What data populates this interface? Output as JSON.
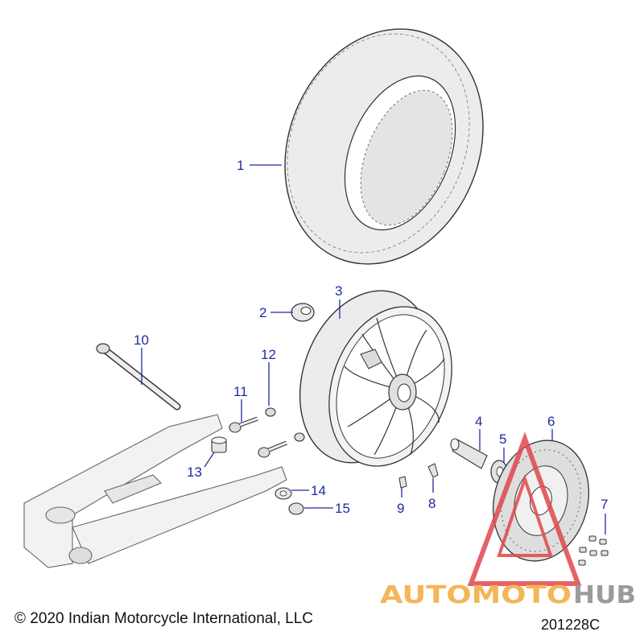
{
  "diagram": {
    "callouts": [
      "1",
      "2",
      "3",
      "4",
      "5",
      "6",
      "7",
      "8",
      "9",
      "10",
      "11",
      "12",
      "13",
      "14",
      "15"
    ]
  },
  "footer": {
    "copyright": "© 2020 Indian Motorcycle International, LLC",
    "drawing_id": "201228C"
  },
  "watermark": {
    "part1": "AUTOMOTO",
    "part2": "HUB"
  },
  "colors": {
    "callout": "#1f2a9e",
    "part_fill": "#ececec",
    "outline": "#333333",
    "watermark_red": "#e0474c",
    "watermark_orange": "#f4a93b",
    "watermark_gray": "#8a8a8a"
  }
}
